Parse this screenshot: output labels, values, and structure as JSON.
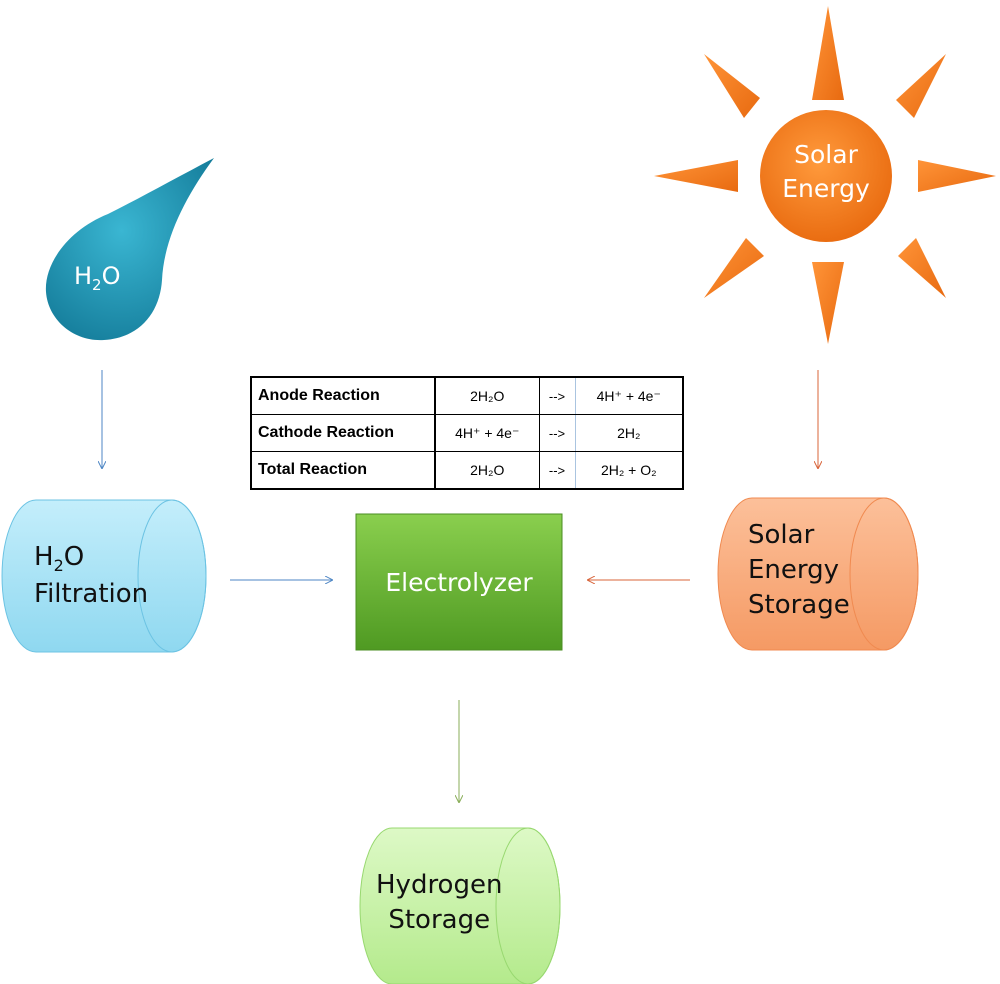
{
  "source": {
    "label_main": "H",
    "label_sub": "2",
    "label_tail": "O"
  },
  "solar": {
    "line1": "Solar",
    "line2": "Energy"
  },
  "filtration": {
    "line1_main": "H",
    "line1_sub": "2",
    "line1_tail": "O",
    "line2": "Filtration"
  },
  "electrolyzer": {
    "label": "Electrolyzer"
  },
  "solar_storage": {
    "line1": "Solar",
    "line2": "Energy",
    "line3": "Storage"
  },
  "hydrogen_storage": {
    "line1": "Hydrogen",
    "line2": "Storage"
  },
  "reactions": {
    "anode": {
      "name": "Anode Reaction",
      "reactant": "2H₂O",
      "arrow": "-->",
      "product": "4H⁺ + 4e⁻"
    },
    "cathode": {
      "name": "Cathode Reaction",
      "reactant": "4H⁺ + 4e⁻",
      "arrow": "-->",
      "product": "2H₂"
    },
    "total": {
      "name": "Total Reaction",
      "reactant": "2H₂O",
      "arrow": "-->",
      "product": "2H₂ + O₂"
    }
  },
  "colors": {
    "water": "#1e8fb0",
    "sun": "#f07a1a",
    "filtration": "#a8e4f6",
    "electrolyzer": "#6fb63a",
    "solar_storage": "#f8a878",
    "hydrogen_storage": "#c6f2a2"
  }
}
